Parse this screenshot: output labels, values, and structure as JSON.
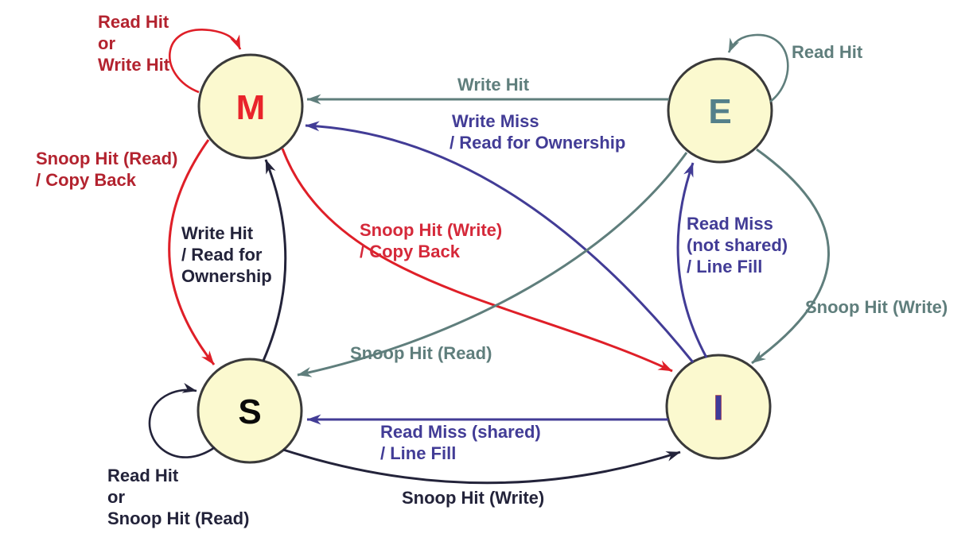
{
  "colors": {
    "state-fill": "#FBF9CF",
    "state-stroke": "#3A3A3A",
    "red": "#DF1F28",
    "dark-red": "#B3232F",
    "bright-red": "#D5293A",
    "purple": "#423C96",
    "gray": "#5F7E7C",
    "ink": "#23233A",
    "m-letter": "#E9242B",
    "e-letter": "#54808A",
    "s-letter": "#0A0A0A",
    "i-letter": "#3F3B9B"
  },
  "states": {
    "m": "M",
    "e": "E",
    "s": "S",
    "i": "I"
  },
  "transitions": {
    "m_self": {
      "from": "M",
      "to": "M",
      "label_lines": [
        "Read Hit",
        "or",
        "Write Hit"
      ]
    },
    "e_self": {
      "from": "E",
      "to": "E",
      "label_lines": [
        "Read Hit"
      ]
    },
    "e_to_m": {
      "from": "E",
      "to": "M",
      "label_lines": [
        "Write Hit"
      ]
    },
    "i_to_m": {
      "from": "I",
      "to": "M",
      "label_lines": [
        "Write Miss",
        "/ Read for Ownership"
      ]
    },
    "m_to_s": {
      "from": "M",
      "to": "S",
      "label_lines": [
        "Snoop Hit (Read)",
        "/ Copy Back"
      ]
    },
    "s_to_m": {
      "from": "S",
      "to": "M",
      "label_lines": [
        "Write Hit",
        "/ Read for",
        "Ownership"
      ]
    },
    "m_to_i": {
      "from": "M",
      "to": "I",
      "label_lines": [
        "Snoop Hit (Write)",
        "/ Copy Back"
      ]
    },
    "e_to_s": {
      "from": "E",
      "to": "S",
      "label_lines": [
        "Snoop Hit (Read)"
      ]
    },
    "i_to_e": {
      "from": "I",
      "to": "E",
      "label_lines": [
        "Read Miss",
        "(not shared)",
        "/ Line Fill"
      ]
    },
    "e_to_i": {
      "from": "E",
      "to": "I",
      "label_lines": [
        "Snoop Hit (Write)"
      ]
    },
    "i_to_s": {
      "from": "I",
      "to": "S",
      "label_lines": [
        "Read Miss (shared)",
        "/ Line Fill"
      ]
    },
    "s_to_i": {
      "from": "S",
      "to": "I",
      "label_lines": [
        "Snoop Hit (Write)"
      ]
    },
    "s_self": {
      "from": "S",
      "to": "S",
      "label_lines": [
        "Read Hit",
        "or",
        "Snoop Hit (Read)"
      ]
    }
  }
}
